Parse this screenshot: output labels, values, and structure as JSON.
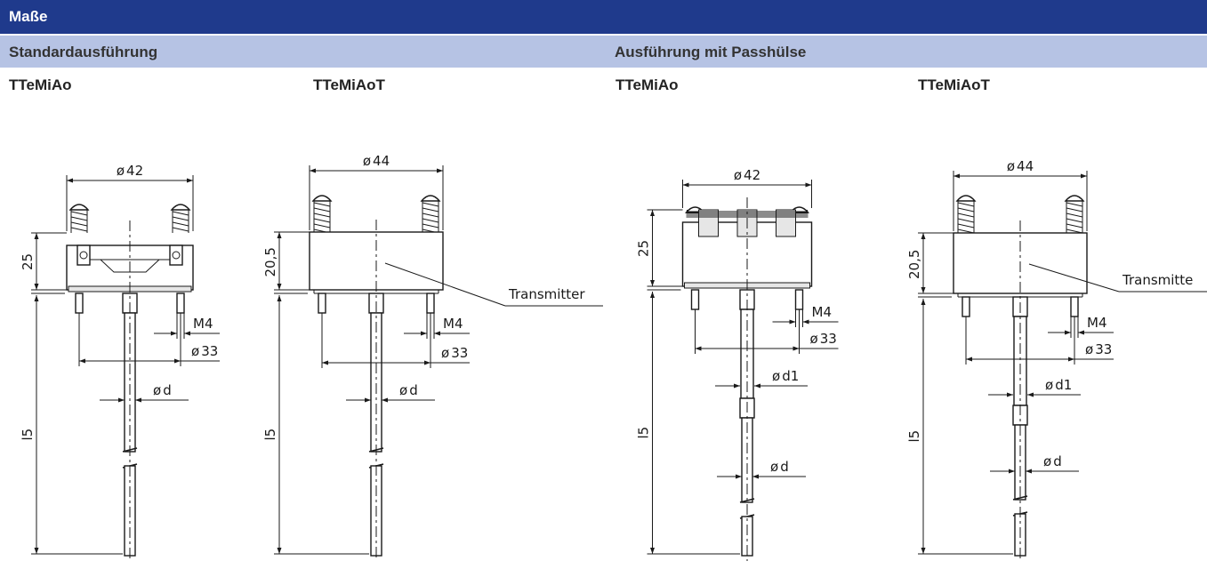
{
  "header": {
    "title": "Maße"
  },
  "sections": [
    {
      "label": "Standardausführung"
    },
    {
      "label": "Ausführung mit Passhülse"
    }
  ],
  "drawings": [
    {
      "model": "TTeMiAo",
      "head_diameter": "42",
      "height": "25",
      "thread": "M4",
      "bolt_circle": "33",
      "stem_diameters": [
        "d"
      ],
      "length": "l5",
      "has_transmitter": false
    },
    {
      "model": "TTeMiAoT",
      "head_diameter": "44",
      "height": "20,5",
      "thread": "M4",
      "bolt_circle": "33",
      "stem_diameters": [
        "d"
      ],
      "length": "l5",
      "has_transmitter": true,
      "transmitter_label": "Transmitter"
    },
    {
      "model": "TTeMiAo",
      "head_diameter": "42",
      "height": "25",
      "thread": "M4",
      "bolt_circle": "33",
      "stem_diameters": [
        "d1",
        "d"
      ],
      "length": "l5",
      "has_transmitter": false
    },
    {
      "model": "TTeMiAoT",
      "head_diameter": "44",
      "height": "20,5",
      "thread": "M4",
      "bolt_circle": "33",
      "stem_diameters": [
        "d1",
        "d"
      ],
      "length": "l5",
      "has_transmitter": true,
      "transmitter_label": "Transmitte"
    }
  ],
  "symbols": {
    "diameter": "ø"
  }
}
